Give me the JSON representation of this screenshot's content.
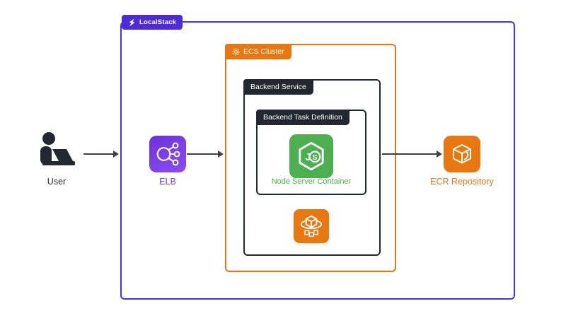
{
  "containers": {
    "localstack": {
      "label": "LocalStack"
    },
    "ecs_cluster": {
      "label": "ECS Cluster"
    },
    "backend_service": {
      "label": "Backend Service"
    },
    "backend_task_definition": {
      "label": "Backend Task Definition"
    }
  },
  "nodes": {
    "user": {
      "label": "User"
    },
    "elb": {
      "label": "ELB"
    },
    "node_server_container": {
      "label": "Node Server Container"
    },
    "ecr_repository": {
      "label": "ECR Repository"
    }
  },
  "icons": {
    "localstack_logo": "lightning-bolt-logo",
    "ecs_cluster_badge": "concentric-circles",
    "user": "person-at-laptop-silhouette",
    "elb": "load-balancer-node-circles",
    "nodejs": "hexagon-with-js",
    "ecs_service": "cube-over-ellipse-with-small-cubes",
    "ecr": "3d-cube-registry"
  },
  "colors": {
    "outer_border": "#4733EB",
    "localstack_tab": "#4C2BDB",
    "orange": "#E8770F",
    "dark": "#23272F",
    "node_green": "#4CAF50",
    "elb_text": "#7B3BE8",
    "arrow": "#3C4149",
    "background": "#FFFFFF"
  }
}
